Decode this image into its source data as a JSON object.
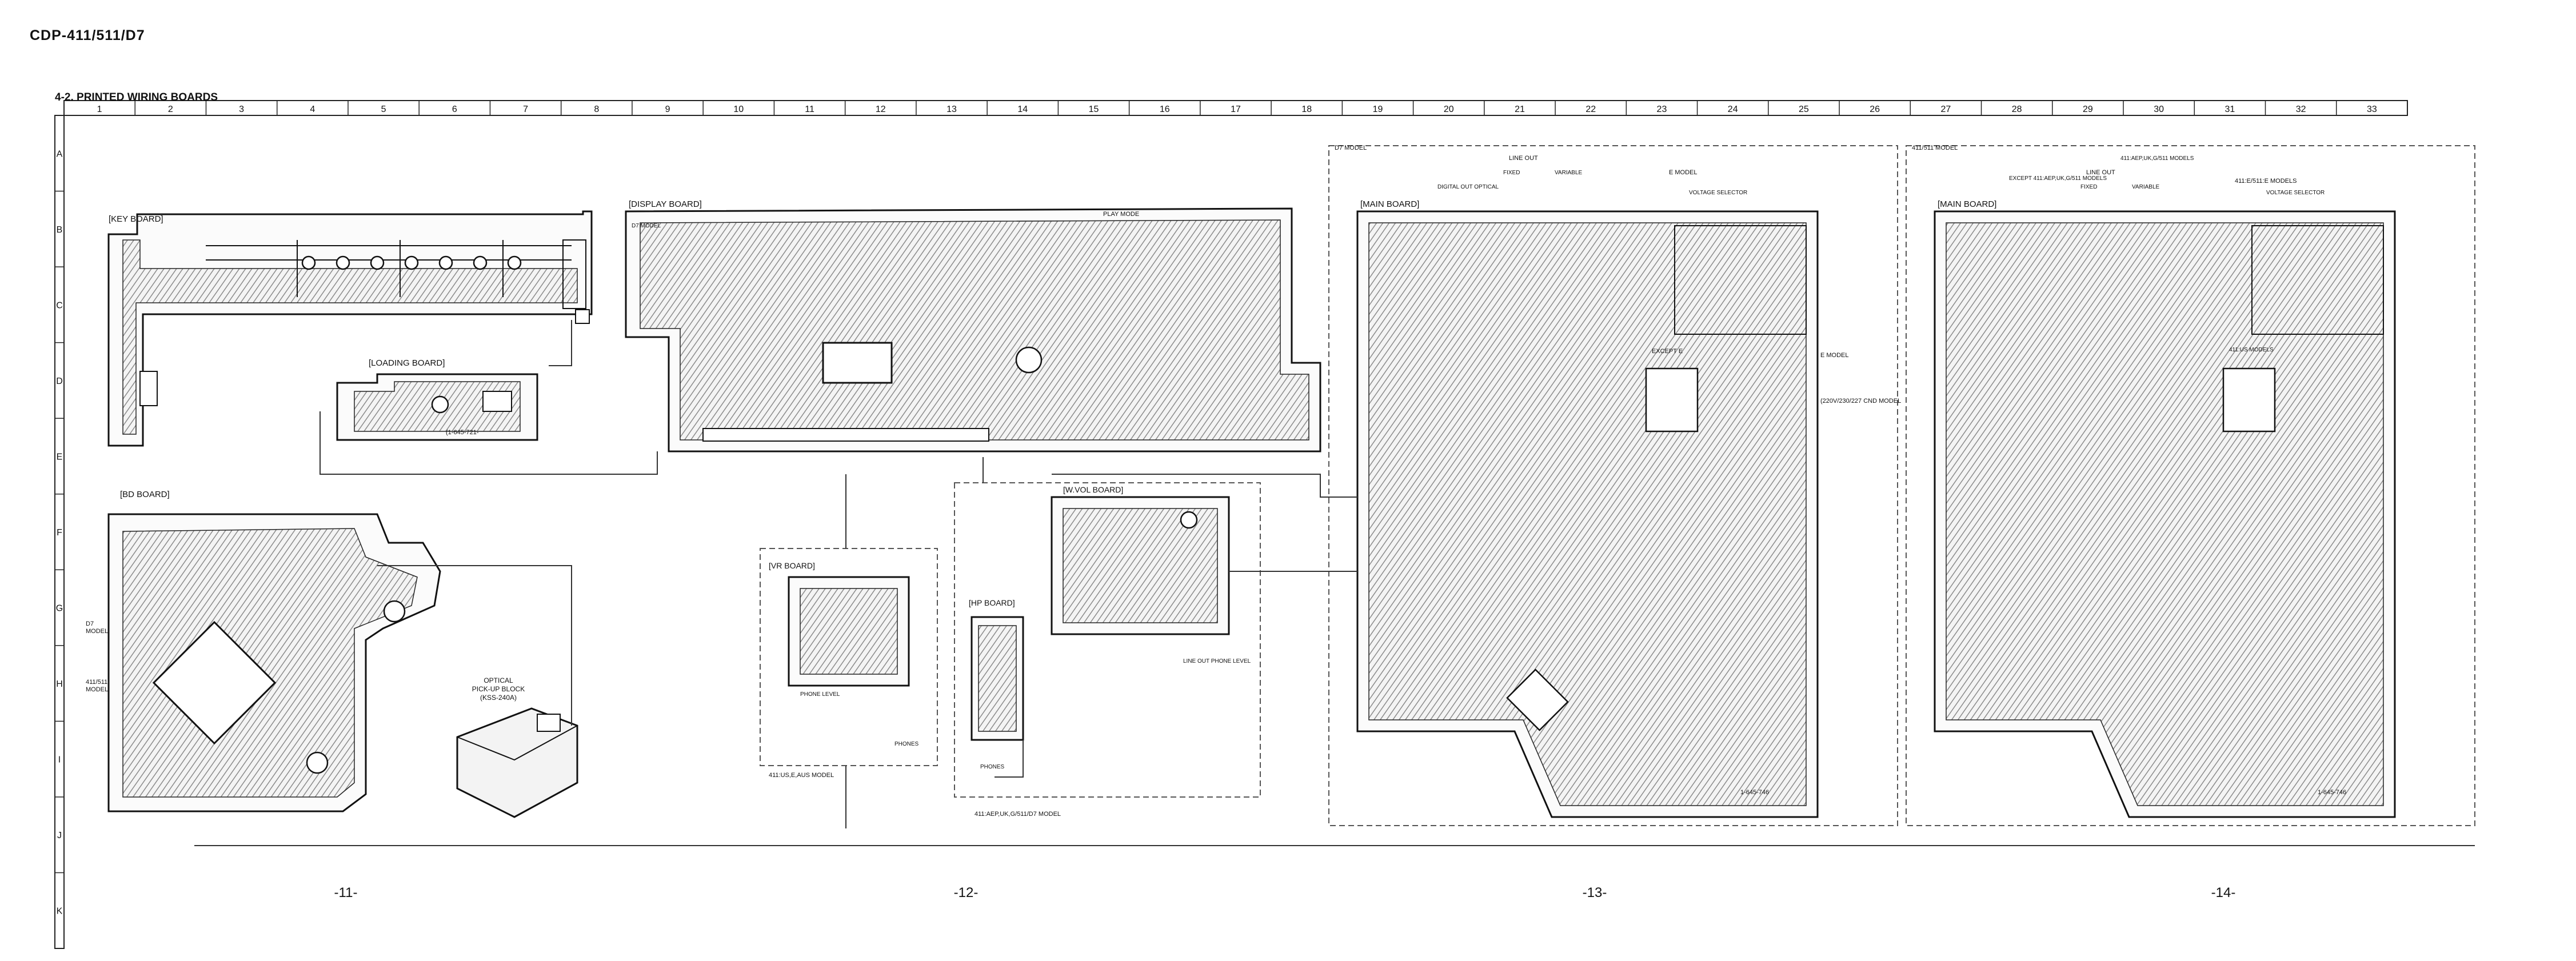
{
  "header": {
    "model": "CDP-411/511/D7",
    "section": "4-2. PRINTED WIRING BOARDS"
  },
  "grid": {
    "columns": [
      "1",
      "2",
      "3",
      "4",
      "5",
      "6",
      "7",
      "8",
      "9",
      "10",
      "11",
      "12",
      "13",
      "14",
      "15",
      "16",
      "17",
      "18",
      "19",
      "20",
      "21",
      "22",
      "23",
      "24",
      "25",
      "26",
      "27",
      "28",
      "29",
      "30",
      "31",
      "32",
      "33"
    ],
    "rows": [
      "A",
      "B",
      "C",
      "D",
      "E",
      "F",
      "G",
      "H",
      "I",
      "J",
      "K"
    ]
  },
  "pages": [
    "-11-",
    "-12-",
    "-13-",
    "-14-"
  ],
  "boards": {
    "key": "[KEY BOARD]",
    "loading": "[LOADING BOARD]",
    "bd": "[BD BOARD]",
    "display": "[DISPLAY BOARD]",
    "vr": "[VR BOARD]",
    "hp": "[HP BOARD]",
    "wvol": "[W.VOL BOARD]",
    "main_a": "[MAIN BOARD]",
    "main_b": "[MAIN BOARD]"
  },
  "labels": {
    "pickup": [
      "OPTICAL",
      "PICK-UP BLOCK",
      "(KSS-240A)"
    ],
    "d7_model": "D7 MODEL",
    "d7_model_bd": [
      "D7",
      "MODEL"
    ],
    "us_model_bd": [
      "411/511",
      "MODEL"
    ],
    "play_mode": "PLAY MODE",
    "loading_ref": "(1-645-721-",
    "vr_model_note": "411:US,E,AUS MODEL",
    "hp_model_note": "411:AEP,UK,G/511/D7 MODEL",
    "phone_level": "PHONE LEVEL",
    "phones": "PHONES",
    "line_out_level": "LINE OUT PHONE LEVEL",
    "d7_model_main": "D7 MODEL",
    "models_411_511": "411/511 MODEL",
    "line_out": "LINE OUT",
    "variable": "VARIABLE",
    "fixed": "FIXED",
    "digital_out": "DIGITAL OUT OPTICAL",
    "e_model": "E MODEL",
    "voltage_selector": "VOLTAGE SELECTOR",
    "except_e": "EXCEPT E",
    "main_ref": "1-645-746",
    "cnd_model": "(220V/230/227 CND MODEL",
    "aep_models": "411:AEP,UK,G/511 MODELS",
    "e_models": "411:E/511:E MODELS",
    "except_models": "EXCEPT 411:AEP,UK,G/511 MODELS",
    "us_models": "411:US MODELS"
  }
}
